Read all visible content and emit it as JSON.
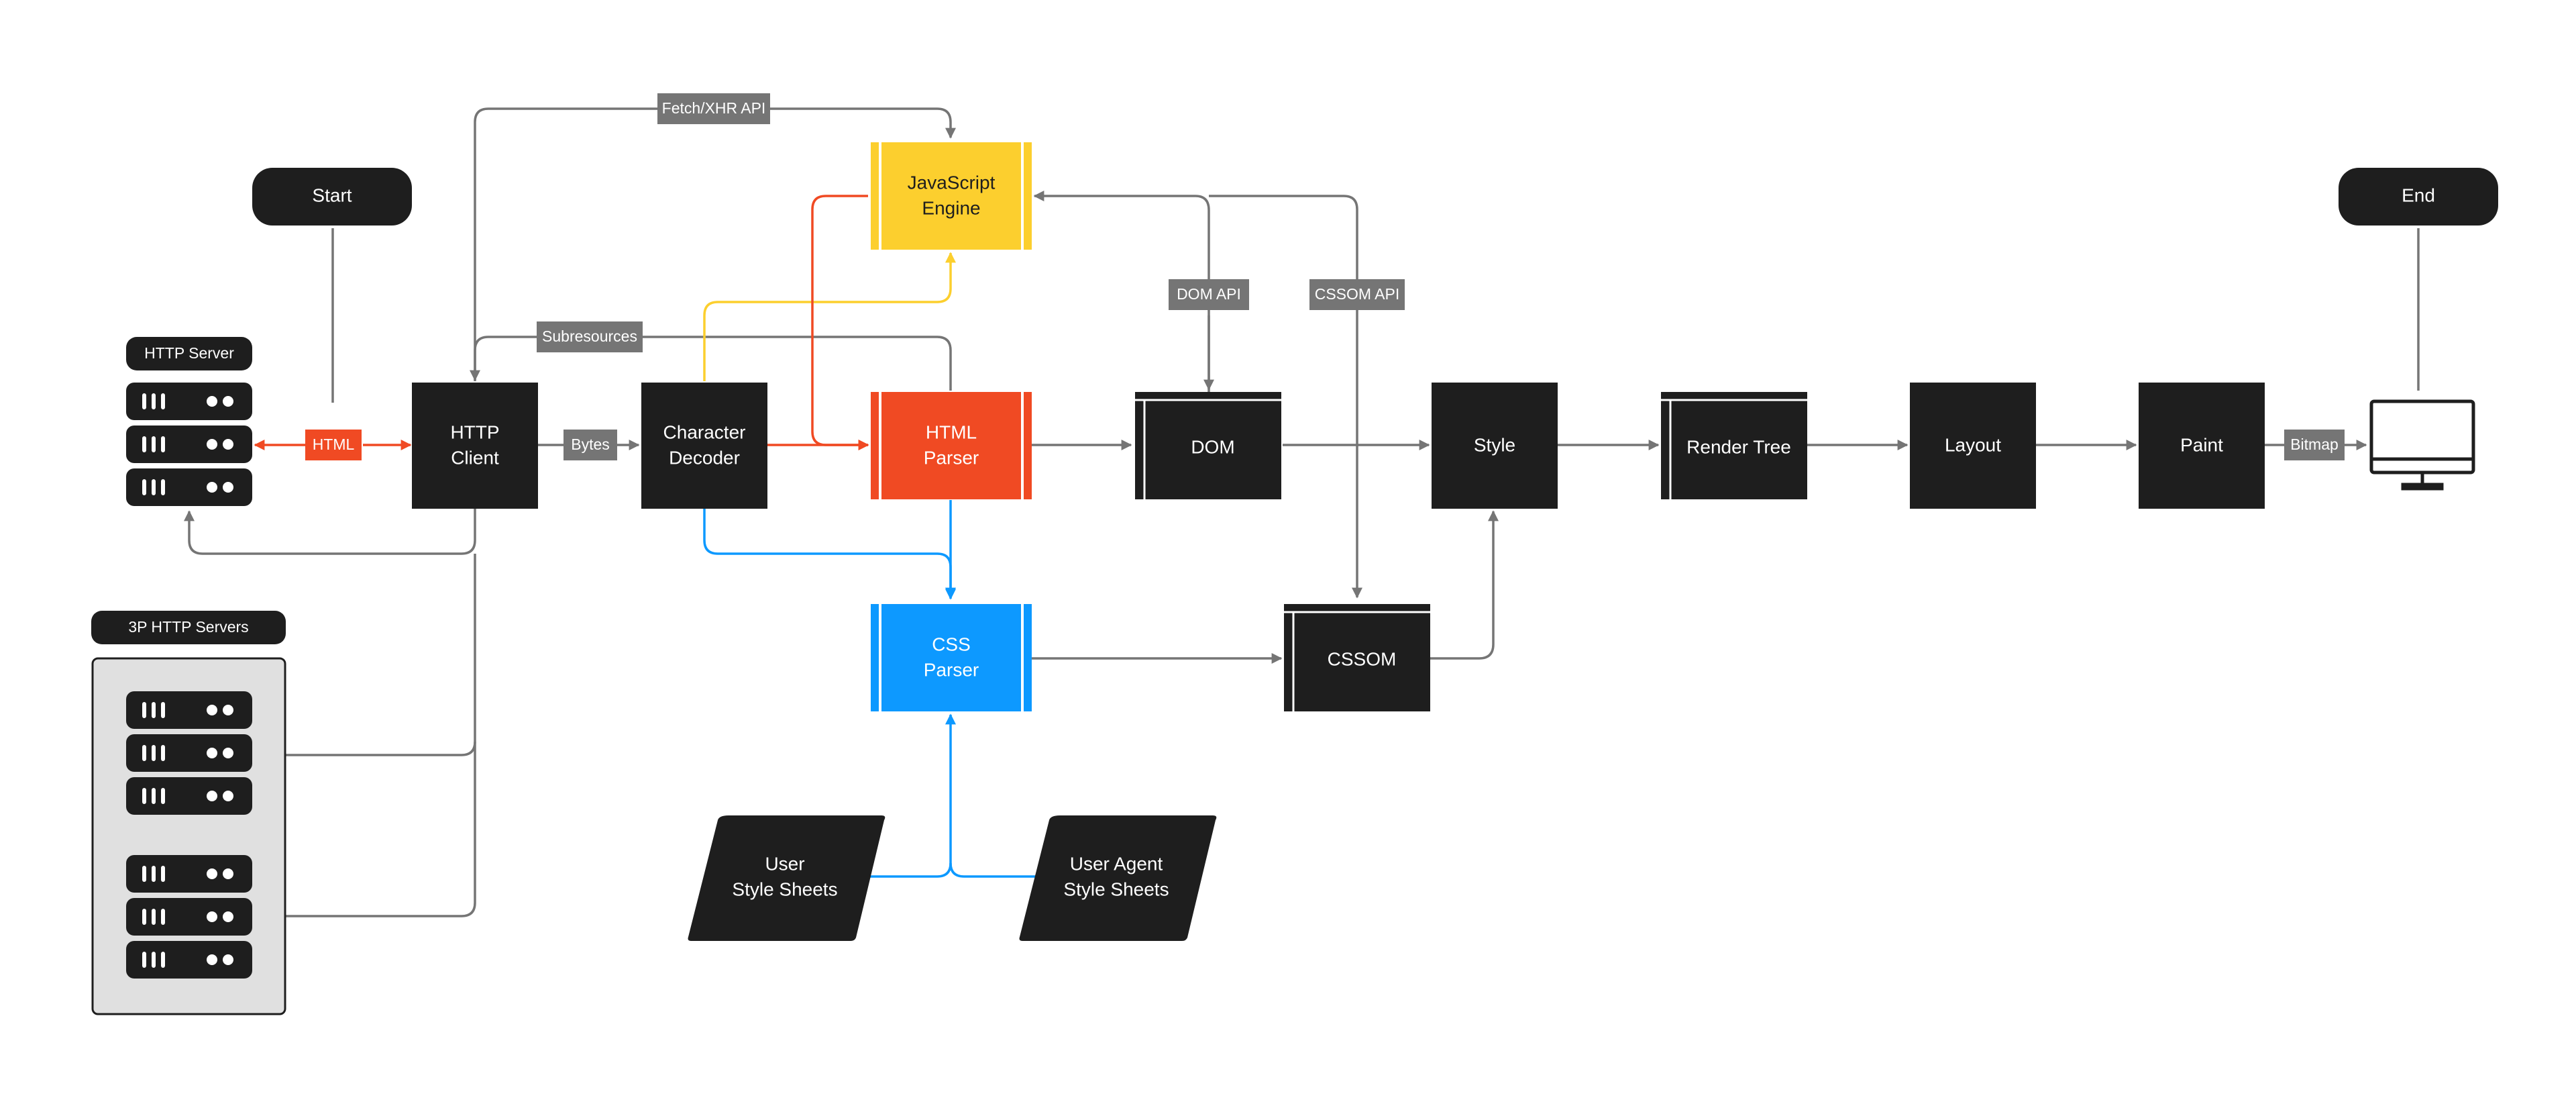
{
  "colors": {
    "box": "#1e1e1e",
    "connector": "#757575",
    "html_accent": "#f04a23",
    "js_accent": "#fccf2e",
    "css_accent": "#0d99ff",
    "group_bg": "#e0e0e0",
    "text_light": "#ffffff",
    "text_dark": "#1e1e1e"
  },
  "terminals": {
    "start": "Start",
    "end": "End"
  },
  "servers": {
    "http_server_label": "HTTP Server",
    "third_party_label": "3P HTTP Servers"
  },
  "nodes": {
    "http_client": [
      "HTTP",
      "Client"
    ],
    "character_decoder": [
      "Character",
      "Decoder"
    ],
    "javascript_engine": [
      "JavaScript",
      "Engine"
    ],
    "html_parser": [
      "HTML",
      "Parser"
    ],
    "css_parser": [
      "CSS",
      "Parser"
    ],
    "dom": "DOM",
    "cssom": "CSSOM",
    "style": "Style",
    "render_tree": "Render Tree",
    "layout": "Layout",
    "paint": "Paint",
    "user_style_sheets": [
      "User",
      "Style Sheets"
    ],
    "user_agent_style_sheets": [
      "User Agent",
      "Style Sheets"
    ]
  },
  "edge_labels": {
    "html": "HTML",
    "bytes": "Bytes",
    "fetch_xhr_api": "Fetch/XHR API",
    "subresources": "Subresources",
    "dom_api": "DOM API",
    "cssom_api": "CSSOM API",
    "bitmap": "Bitmap"
  },
  "icons": {
    "server": "server-rack-icon",
    "display": "monitor-icon"
  }
}
